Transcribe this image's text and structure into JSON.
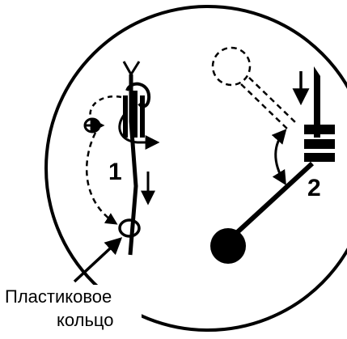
{
  "diagram": {
    "step_1_label": "1",
    "step_2_label": "2",
    "callout": {
      "line1": "Пластиковое",
      "line2": "кольцо"
    }
  }
}
